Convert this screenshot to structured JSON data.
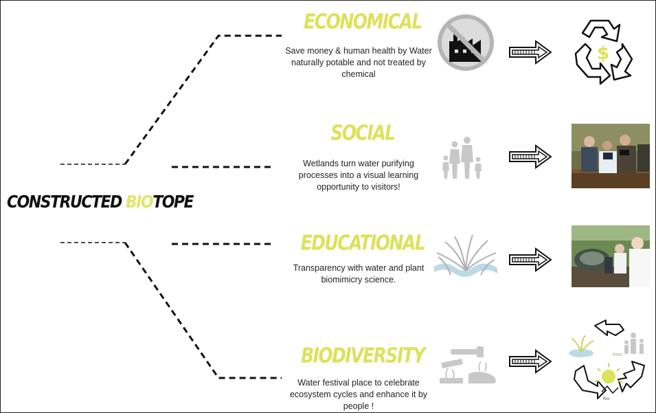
{
  "root": {
    "prefix": "CONSTRUCTED ",
    "highlight": "BIO",
    "suffix": "TOPE"
  },
  "categories": [
    {
      "title": "ECONOMICAL",
      "description": "Save money & human health by Water naturally potable and not treated by chemical",
      "icon": "no-factory-icon",
      "result": "recycle-dollar-icon"
    },
    {
      "title": "SOCIAL",
      "description": "Wetlands turn water purifying processes into a visual learning opportunity to visitors!",
      "icon": "family-icon",
      "result": "visitors-photo"
    },
    {
      "title": "EDUCATIONAL",
      "description": "Transparency with water and plant biomimicry science.",
      "icon": "wetland-plants-icon",
      "result": "observation-photo"
    },
    {
      "title": "BIODIVERSITY",
      "description": "Water festival place to celebrate ecosystem cycles and enhance it by people !",
      "icon": "water-pipes-icon",
      "result": "ecosystem-cycle-icon"
    }
  ],
  "colors": {
    "accent": "#dde15b",
    "text": "#222222",
    "icon_gray": "#c8c8c8"
  }
}
